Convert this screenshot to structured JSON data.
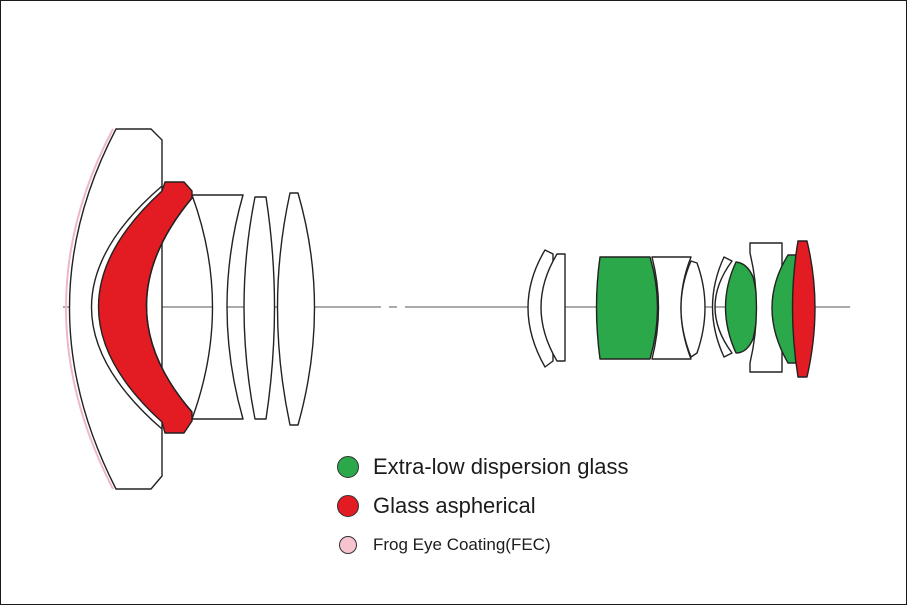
{
  "legend": {
    "items": [
      {
        "label": "Extra-low dispersion glass",
        "color": "#2aa84a"
      },
      {
        "label": "Glass aspherical",
        "color": "#e31b23"
      },
      {
        "label": "Frog Eye Coating(FEC)",
        "color": "#f7c3cf"
      }
    ]
  },
  "colors": {
    "stroke": "#222222",
    "axis": "#555555",
    "ed": "#2aa84a",
    "aspherical": "#e31b23",
    "fec": "#f0b8c4"
  }
}
